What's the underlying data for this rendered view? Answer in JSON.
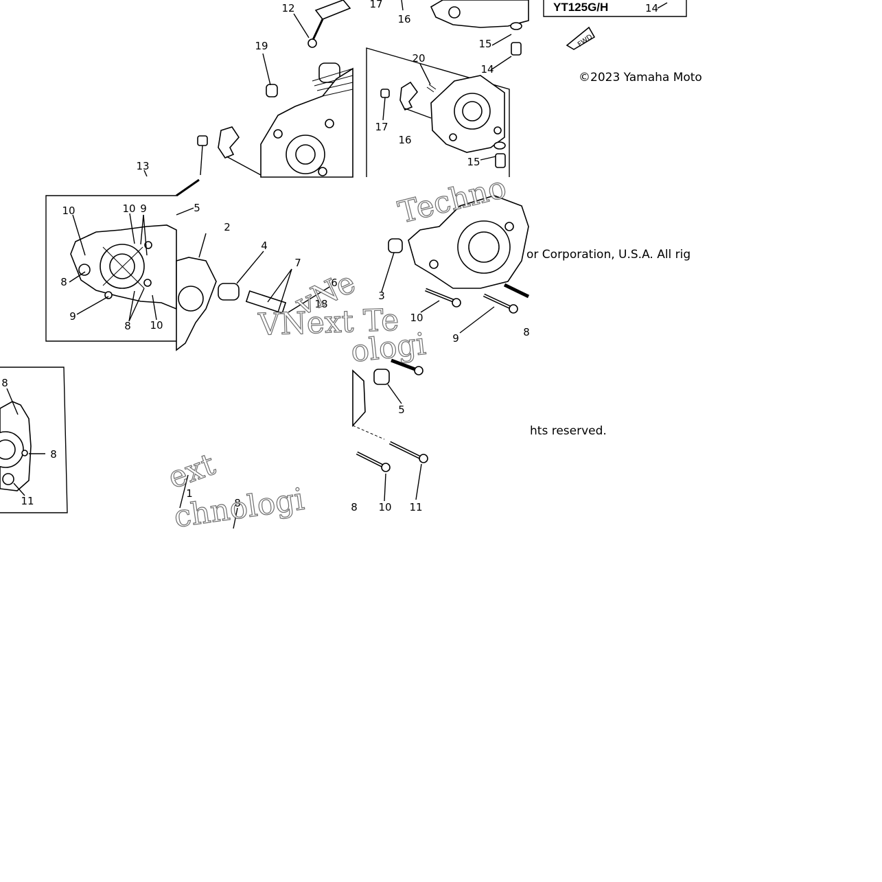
{
  "diagram": {
    "model_label": "YT125G/H",
    "fwd_label": "FWD",
    "copyright_line_1": "©2023 Yamaha Moto",
    "copyright_line_2": "or Corporation, U.S.A. All rig",
    "copyright_line_3": "hts reserved.",
    "watermarks": [
      "Techno",
      "VNext Te",
      "vNe",
      "ext",
      "chnologi",
      "ologi"
    ],
    "callouts": {
      "tile1": [
        "12",
        "19",
        "13",
        "10",
        "10",
        "9",
        "5",
        "2",
        "4",
        "7",
        "6",
        "8",
        "9",
        "8",
        "10",
        "18"
      ],
      "tile2": [
        "17",
        "16",
        "15",
        "14",
        "20",
        "17",
        "16",
        "15",
        "14"
      ],
      "tile3": [
        "3",
        "10",
        "9",
        "8"
      ],
      "tile4": [
        "5",
        "10",
        "11",
        "8"
      ],
      "tile5": [
        "8",
        "8",
        "11"
      ],
      "tile6": [
        "8",
        "1"
      ]
    }
  }
}
